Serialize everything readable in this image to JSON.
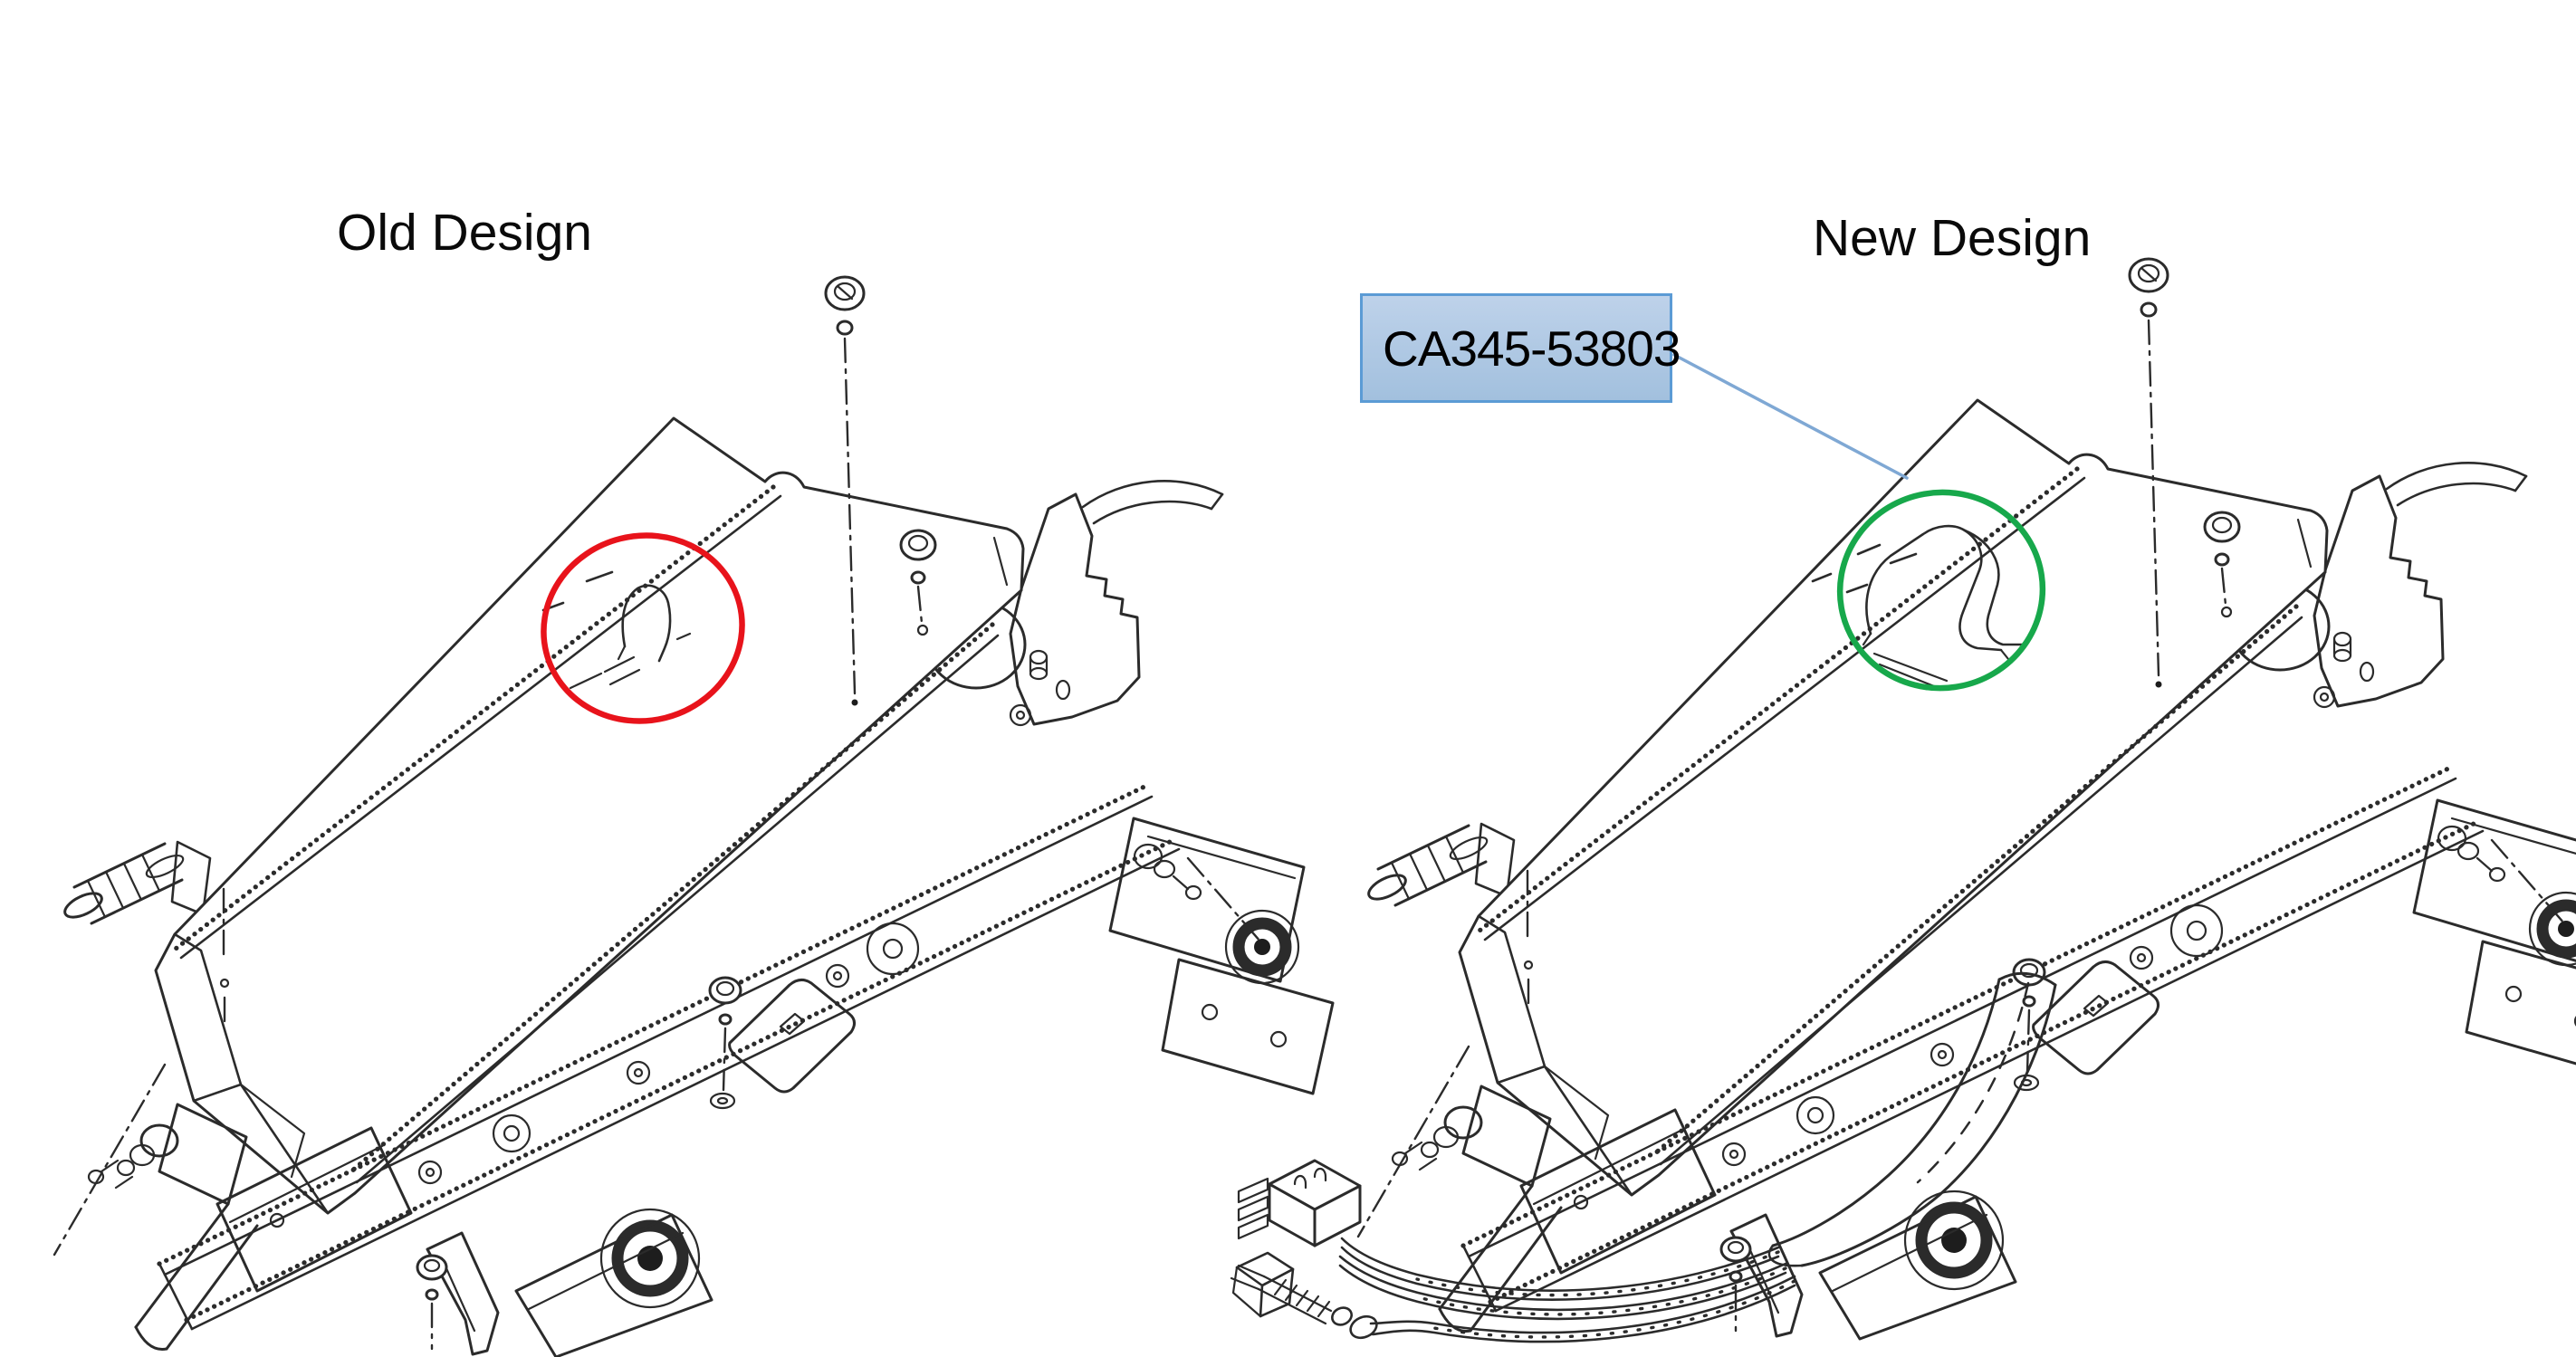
{
  "panels": {
    "old": {
      "title": "Old Design"
    },
    "new": {
      "title": "New Design",
      "callout_part_number": "CA345-53803"
    }
  },
  "colors": {
    "line": "#2b2b2b",
    "highlight_old": "#e8131b",
    "highlight_new": "#17a84b",
    "callout_border": "#5b9bd5",
    "callout_fill_top": "#bed2ea",
    "callout_fill_bottom": "#a2c0de",
    "callout_leader": "#7fa8d4",
    "title_text": "#0a0a0a",
    "part_text": "#000000",
    "background": "#ffffff"
  }
}
